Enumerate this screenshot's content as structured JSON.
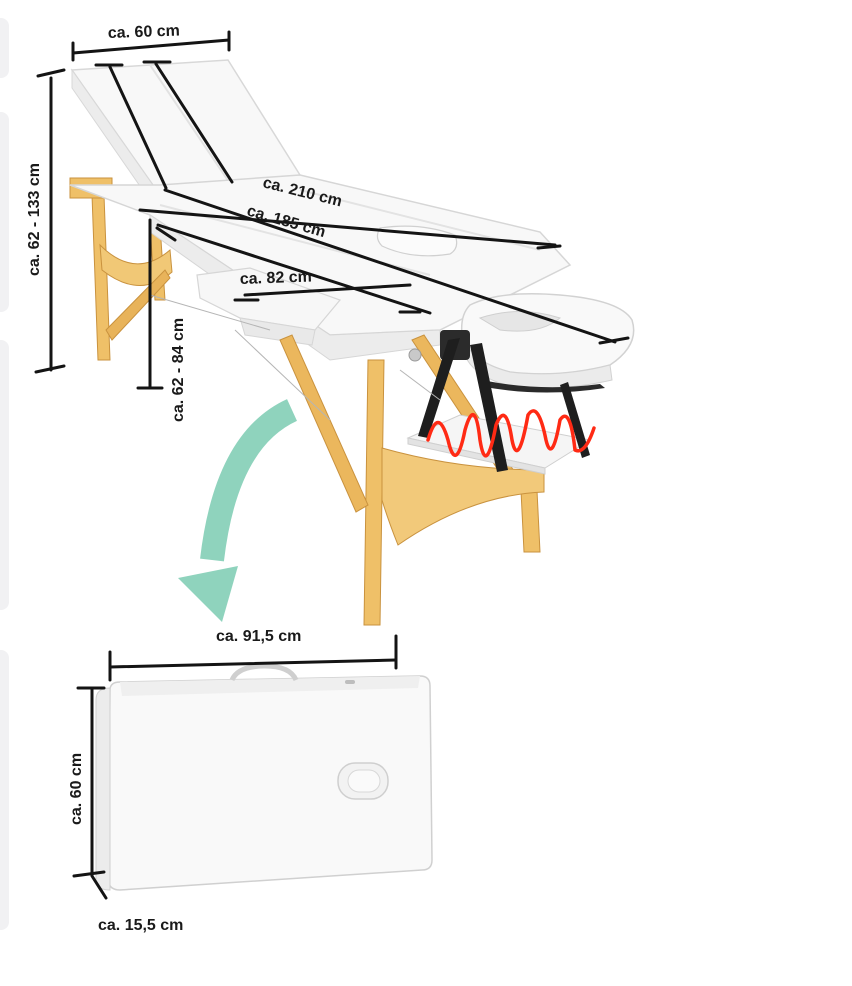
{
  "dimensions": {
    "top_width": "ca. 60 cm",
    "height_range": "ca. 62 - 133 cm",
    "total_length": "ca. 210 cm",
    "length_no_head": "ca. 185 cm",
    "armrest_length": "ca. 82 cm",
    "leg_height_range": "ca. 62 - 84 cm",
    "folded_length": "ca. 91,5 cm",
    "folded_height": "ca. 60 cm",
    "folded_depth": "ca. 15,5 cm"
  },
  "colors": {
    "dimension_line": "#141414",
    "wood": "#f0c46a",
    "wood_dark": "#d9a44a",
    "cushion": "#f7f7f7",
    "fold_arrow": "#8fd3bd",
    "highlight_scribble": "#ff2a14"
  },
  "icons": {
    "fold_arrow": "curved-arrow-down-icon"
  }
}
